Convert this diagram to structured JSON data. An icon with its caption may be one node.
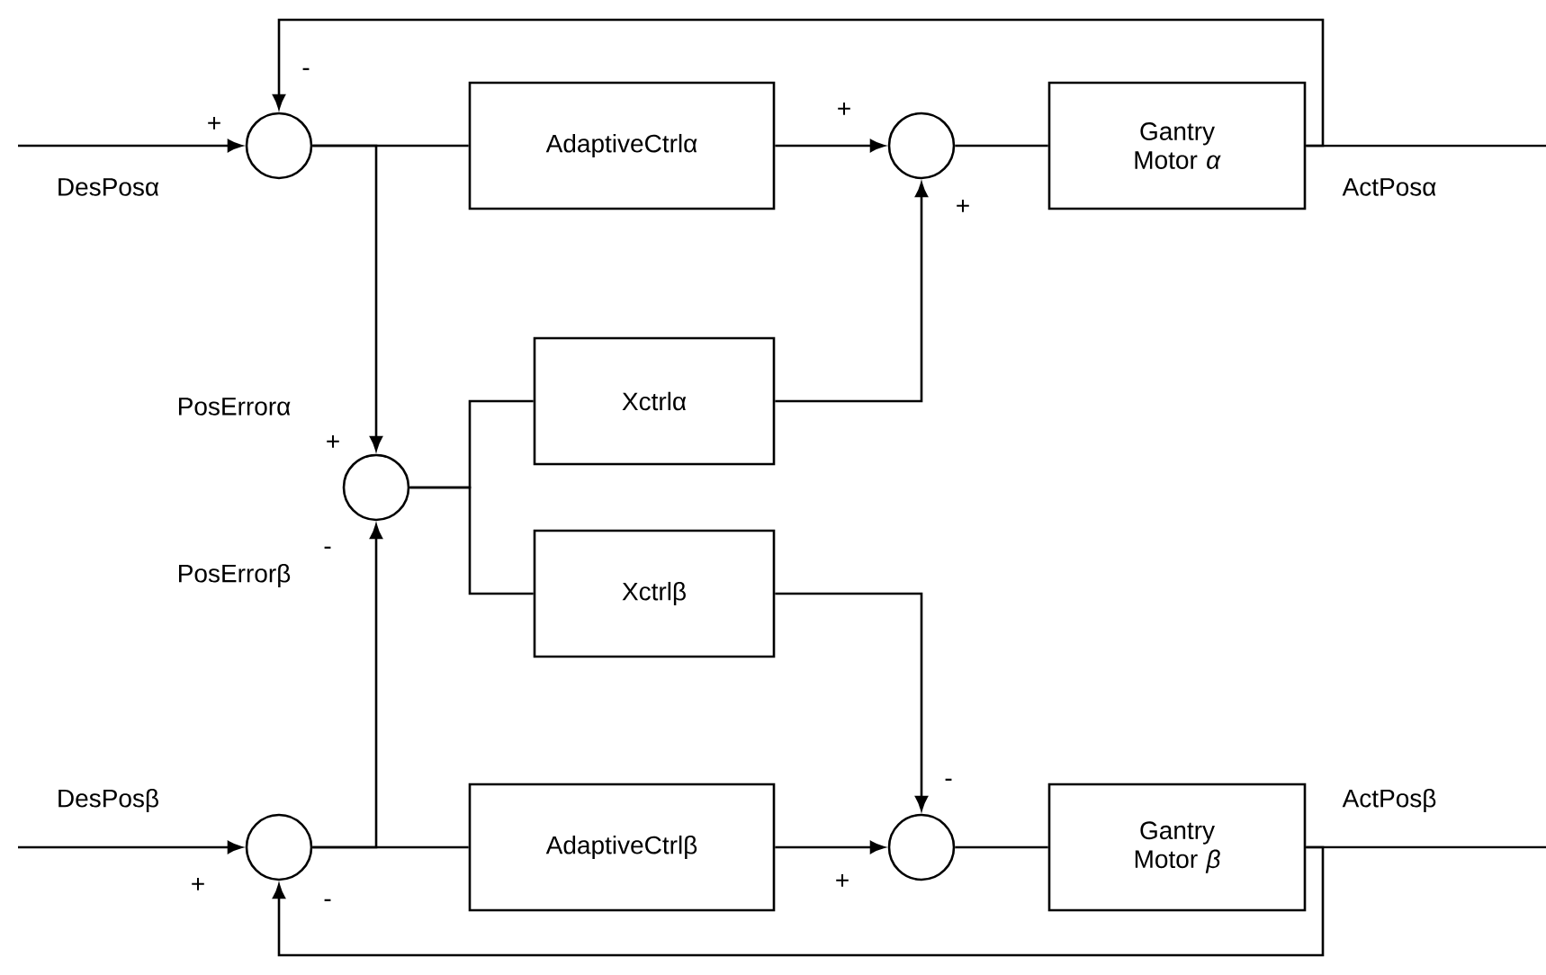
{
  "diagram": {
    "nodes": [
      {
        "text": [],
        "shape": "circle"
      },
      {
        "text": [
          "AdaptiveCtrlα"
        ]
      },
      {
        "text": [],
        "shape": "circle"
      },
      {
        "text": [
          "Gantry Motor *α*"
        ]
      },
      {
        "text": [],
        "shape": "circle"
      },
      {
        "text": [
          "Xctrlα"
        ]
      },
      {
        "text": [
          "Xctrlβ"
        ]
      },
      {
        "text": [],
        "shape": "circle"
      },
      {
        "text": [
          "AdaptiveCtrlβ"
        ]
      },
      {
        "text": [],
        "shape": "circle"
      },
      {
        "text": [
          "Gantry Motor *β*"
        ]
      }
    ],
    "edges": [
      {
        "from": null,
        "to": 0,
        "arrow": "to",
        "label": "DesPosα"
      },
      {
        "from": 0,
        "to": 1,
        "arrow": "none"
      },
      {
        "from": 0,
        "to": 4,
        "arrow": "to",
        "label": "PosErrorα"
      },
      {
        "from": 1,
        "to": 2,
        "arrow": "to"
      },
      {
        "from": 2,
        "to": 3,
        "arrow": "none"
      },
      {
        "from": 3,
        "to": null,
        "arrow": "none",
        "label": "ActPosα"
      },
      {
        "from": 3,
        "to": 0,
        "arrow": "to"
      },
      {
        "from": 4,
        "to": 5,
        "arrow": "none"
      },
      {
        "from": 4,
        "to": 6,
        "arrow": "none"
      },
      {
        "from": 5,
        "to": 2,
        "arrow": "to"
      },
      {
        "from": 6,
        "to": 9,
        "arrow": "to"
      },
      {
        "from": null,
        "to": 7,
        "arrow": "to",
        "label": "DesPosβ"
      },
      {
        "from": 7,
        "to": 8,
        "arrow": "none"
      },
      {
        "from": 7,
        "to": 4,
        "arrow": "to",
        "label": "PosErrorβ"
      },
      {
        "from": 8,
        "to": 9,
        "arrow": "to"
      },
      {
        "from": 9,
        "to": 10,
        "arrow": "none"
      },
      {
        "from": 10,
        "to": null,
        "arrow": "none",
        "label": "ActPosβ"
      },
      {
        "from": 10,
        "to": 7,
        "arrow": "to"
      }
    ],
    "labels": [
      "-",
      "+",
      "+",
      "+",
      "+",
      "-",
      "-",
      "+",
      "+",
      "-"
    ]
  }
}
